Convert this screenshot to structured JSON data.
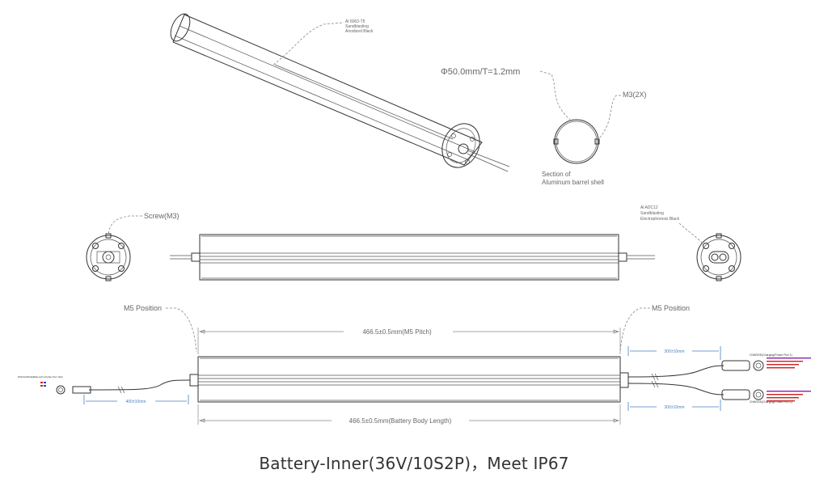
{
  "caption": "Battery-Inner(36V/10S2P)，Meet IP67",
  "labels": {
    "tube_material": [
      "Al 6063-T5",
      "Sandblasting",
      "Anodized Black"
    ],
    "diameter": "Φ50.0mm/T=1.2mm",
    "screw_m3_2x": "M3(2X)",
    "section": [
      "Section of",
      "Aluminum barrel shell"
    ],
    "screw_m3": "Screw(M3)",
    "endcap_material": [
      "Al ADC12",
      "Sandblasting",
      "Electrophoresis Black"
    ],
    "m5_left": "M5 Position",
    "m5_right": "M5 Position",
    "pitch_dim": "466.5±0.5mm(M5 Pitch)",
    "body_dim": "466.5±0.5mm(Battery Body Length)",
    "left_cable_dim": "400±10mm",
    "right_cable_top_dim": "300±10mm",
    "right_cable_bottom_dim": "300±10mm",
    "connector_left": "DISCHARGE(Battery/Controller Port 1&2)",
    "connector_right_top": "CHARGE(Charging/Power Port 1)",
    "connector_right_bottom": "CHARGE(Charging/Power Port 2)"
  },
  "colors": {
    "dimension": "#4a7fc1",
    "line": "#333333",
    "leader": "#888888"
  }
}
